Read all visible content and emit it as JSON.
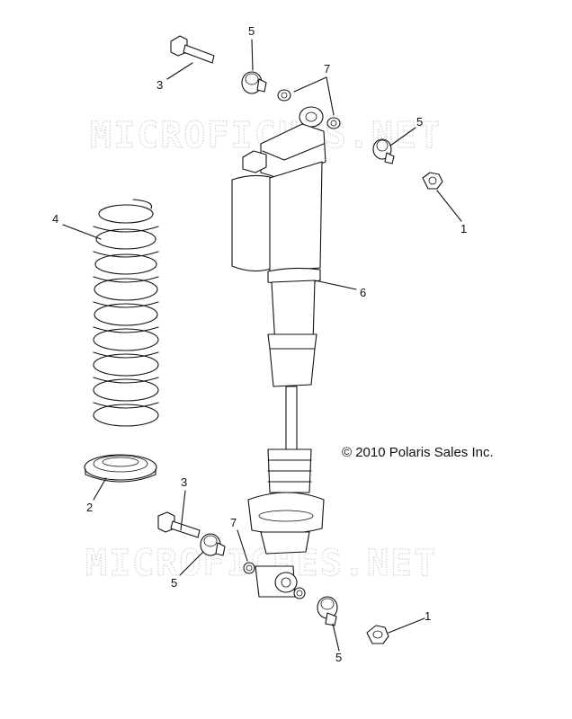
{
  "copyright": "© 2010 Polaris Sales Inc.",
  "watermark": "MICROFICHES.NET",
  "callouts": {
    "c1_top": "1",
    "c1_bottom": "1",
    "c2": "2",
    "c3_top": "3",
    "c3_bottom": "3",
    "c4": "4",
    "c5_top": "5",
    "c5_right": "5",
    "c5_left": "5",
    "c5_bottom": "5",
    "c6": "6",
    "c7_top": "7",
    "c7_bottom": "7"
  }
}
